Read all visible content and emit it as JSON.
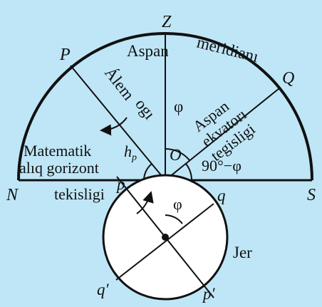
{
  "colors": {
    "background": "#bfe6f7",
    "line": "#111111",
    "earth_fill": "#ffffff"
  },
  "labels": {
    "zenith": "Z",
    "north": "N",
    "south": "S",
    "celestial_pole": "P",
    "equator_point": "Q",
    "center": "O",
    "meridian_word1": "Aspan",
    "meridian_word2": "meridianı",
    "axis_line1": "Álem",
    "axis_line2": "ogı",
    "equator_plane1": "Aspan",
    "equator_plane2": "ekvatorı",
    "equator_plane3": "tegisligi",
    "horizon_line1": "Matematik",
    "horizon_line2": "alıq gorizont",
    "horizon_line3": "tekisligi",
    "phi_sky": "φ",
    "phi_earth": "φ",
    "complement_angle": "90°−φ",
    "pole_height_h": "h",
    "pole_height_sub": "p",
    "earth_p": "p",
    "earth_q": "q",
    "earth_q_prime": "q′",
    "earth_p_prime": "p′",
    "earth_name": "Jer"
  }
}
